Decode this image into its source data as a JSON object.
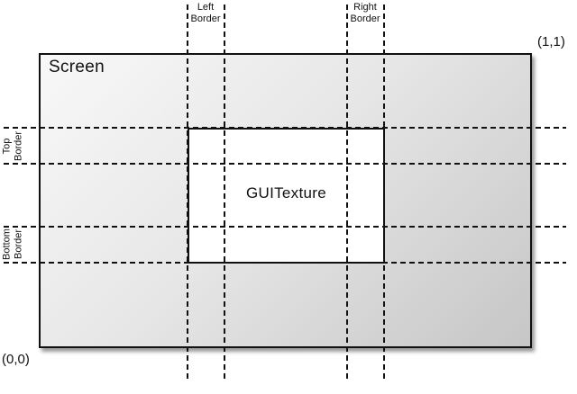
{
  "diagram": {
    "screen_label": "Screen",
    "texture_label": "GUITexture",
    "corner_top_right": "(1,1)",
    "corner_bottom_left": "(0,0)",
    "labels": {
      "left": [
        "Left",
        "Border"
      ],
      "right": [
        "Right",
        "Border"
      ],
      "top": [
        "Top",
        "Border"
      ],
      "bottom": [
        "Bottom",
        "Border"
      ]
    },
    "colors": {
      "line": "#111111",
      "screen_gradient_start": "#f8f8f8",
      "screen_gradient_end": "#c6c6c6",
      "texture_fill": "#ffffff",
      "background": "#ffffff"
    }
  }
}
